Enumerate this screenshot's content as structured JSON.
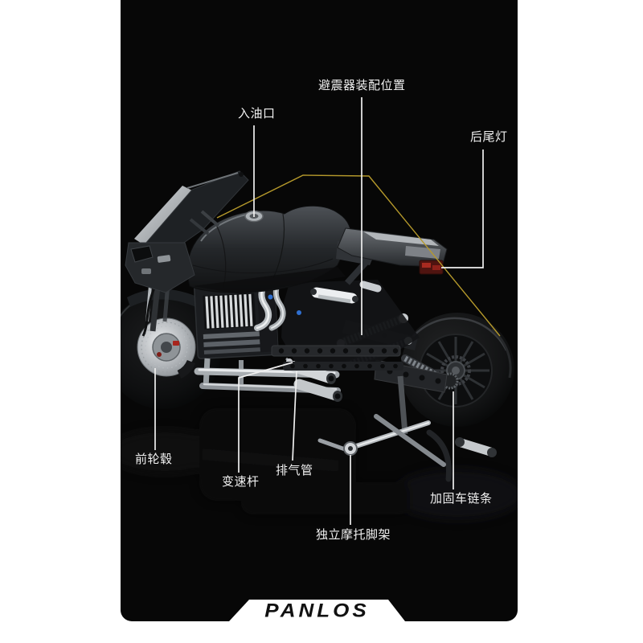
{
  "page": {
    "background": "#ffffff"
  },
  "panel": {
    "background": "#070707"
  },
  "callouts": [
    {
      "id": "shock-absorber-position",
      "label": "避震器装配位置"
    },
    {
      "id": "oil-filler",
      "label": "入油口"
    },
    {
      "id": "tail-light",
      "label": "后尾灯"
    },
    {
      "id": "front-wheel-hub",
      "label": "前轮毂"
    },
    {
      "id": "gear-lever",
      "label": "变速杆"
    },
    {
      "id": "exhaust-pipe",
      "label": "排气管"
    },
    {
      "id": "reinforced-chain",
      "label": "加固车链条"
    },
    {
      "id": "kickstand",
      "label": "独立摩托脚架"
    }
  ],
  "brand": {
    "logo_text": "PANLOS"
  },
  "colors": {
    "label_text": "#f0f0f0",
    "leader_line": "#efefef",
    "highlight_line": "#b5992b",
    "tail_light_red": "#a82a20",
    "logo_text": "#111111",
    "logo_background": "#ffffff"
  }
}
